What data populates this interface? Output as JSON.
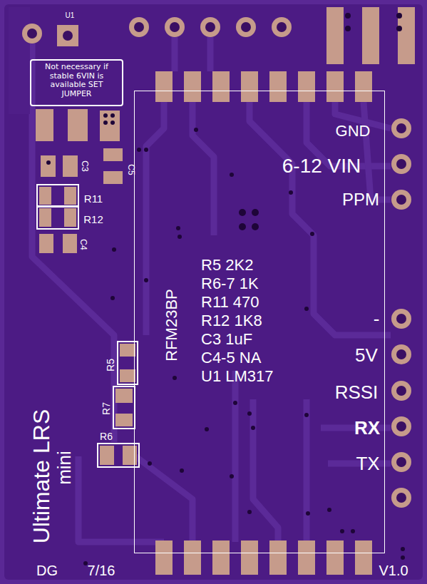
{
  "diagram": {
    "nodes": [
      {
        "text": [
          "Not necessary if stable 6VIN is available SET JUMPER"
        ]
      },
      {
        "text": [
          "RFM23BP"
        ]
      }
    ],
    "labels": [
      "U1",
      "C3",
      "C5",
      "R11",
      "R12",
      "C4",
      "GND",
      "6-12 VIN",
      "PPM",
      "R5 2K2",
      "R6-7 1K",
      "R11 470",
      "R12 1K8",
      "C3 1uF",
      "C4-5 NA",
      "U1 LM317",
      "R5",
      "R7",
      "R6",
      "-",
      "5V",
      "RSSI",
      "RX",
      "TX",
      "Ultimate LRS",
      "mini",
      "DG",
      "7/16",
      "V1.0"
    ]
  }
}
